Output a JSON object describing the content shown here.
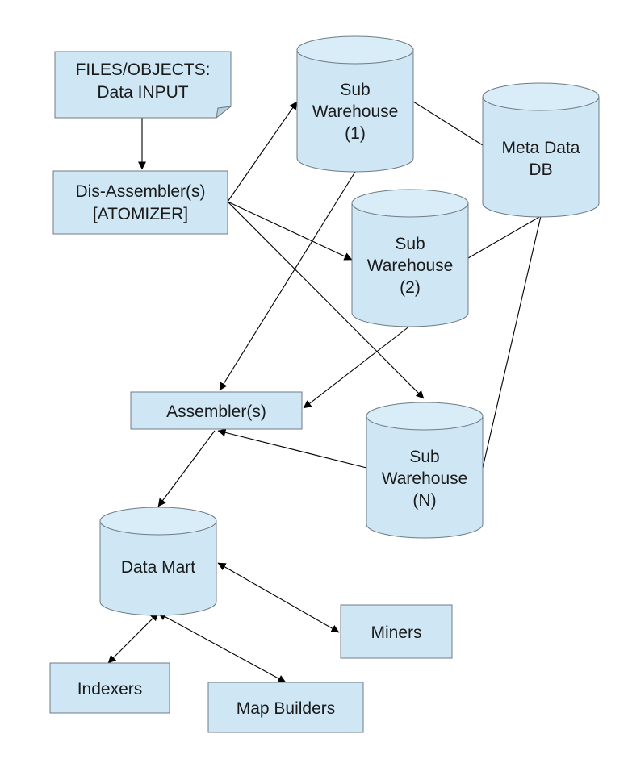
{
  "nodes": {
    "files": {
      "lines": [
        "FILES/OBJECTS:",
        "Data INPUT"
      ]
    },
    "disassembler": {
      "lines": [
        "Dis-Assembler(s)",
        "[ATOMIZER]"
      ]
    },
    "sub1": {
      "lines": [
        "Sub",
        "Warehouse",
        "(1)"
      ]
    },
    "meta": {
      "lines": [
        "Meta Data",
        "DB"
      ]
    },
    "sub2": {
      "lines": [
        "Sub",
        "Warehouse",
        "(2)"
      ]
    },
    "assembler": {
      "lines": [
        "Assembler(s)"
      ]
    },
    "subN": {
      "lines": [
        "Sub",
        "Warehouse",
        "(N)"
      ]
    },
    "datamart": {
      "lines": [
        "Data Mart"
      ]
    },
    "miners": {
      "lines": [
        "Miners"
      ]
    },
    "indexers": {
      "lines": [
        "Indexers"
      ]
    },
    "mapbuilders": {
      "lines": [
        "Map Builders"
      ]
    }
  }
}
